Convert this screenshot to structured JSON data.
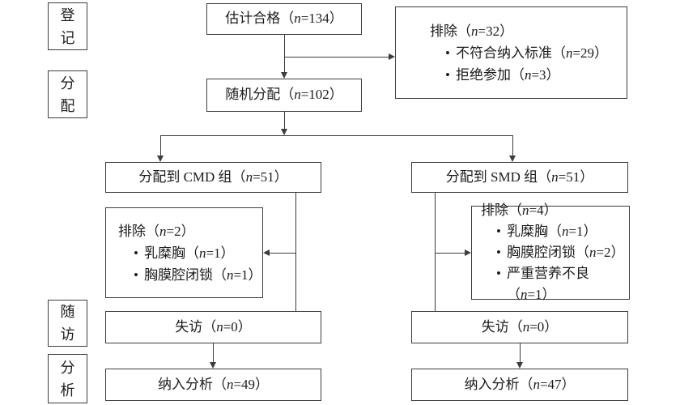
{
  "theme": {
    "background": "#ffffff",
    "line_color": "#3d3d3d",
    "text_color": "#1c1c1c"
  },
  "stages": {
    "registration": "登记",
    "allocation": "分配",
    "followup": "随访",
    "analysis": "分析"
  },
  "nodes": {
    "eligible": "估计合格（n=134）",
    "excluded_top": {
      "title": "排除（n=32）",
      "items": [
        "不符合纳入标准（n=29）",
        "拒绝参加（n=3）"
      ]
    },
    "randomized": "随机分配（n=102）",
    "cmd_group": "分配到 CMD 组（n=51）",
    "smd_group": "分配到 SMD 组（n=51）",
    "excluded_cmd": {
      "title": "排除（n=2）",
      "items": [
        "乳糜胸（n=1）",
        "胸膜腔闭锁（n=1）"
      ]
    },
    "excluded_smd": {
      "title": "排除（n=4）",
      "items": [
        "乳糜胸（n=1）",
        "胸膜腔闭锁（n=2）",
        "严重营养不良（n=1）"
      ]
    },
    "lost_cmd": "失访（n=0）",
    "lost_smd": "失访（n=0）",
    "analyzed_cmd": "纳入分析（n=49）",
    "analyzed_smd": "纳入分析（n=47）"
  }
}
